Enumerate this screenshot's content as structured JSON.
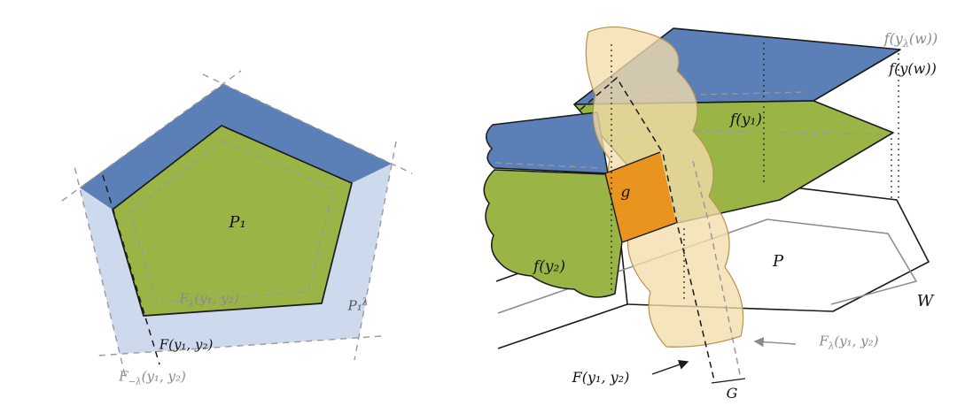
{
  "colors": {
    "green": "#9ab545",
    "blue": "#5b7fb7",
    "pale_blue": "#cdd9ec",
    "orange": "#e8941f",
    "tan": "#f3dcab",
    "gray_line": "#999999",
    "gray_text": "#8a8a8a",
    "black": "#1a1a1a",
    "white": "#ffffff"
  },
  "left_panel": {
    "p1": "P₁",
    "f_lambda": {
      "pre": "F",
      "sub": "λ",
      "post": "(y₁, y₂)"
    },
    "p1_lambda": {
      "pre": "P₁",
      "sup": "λ"
    },
    "f": "F(y₁, y₂)",
    "f_minus_lambda": {
      "pre": "F",
      "sub": "−λ",
      "post": "(y₁, y₂)"
    }
  },
  "right_panel": {
    "f_y_lambda_w": {
      "pre": "f(y",
      "sub": "λ",
      "post": "(w))"
    },
    "f_y_w": "f(y(w))",
    "f_y1": "f(y₁)",
    "g": "g",
    "f_y2": "f(y₂)",
    "p": "P",
    "w": "W",
    "f_lambda_arrow": {
      "pre": "F",
      "sub": "λ",
      "post": "(y₁, y₂)"
    },
    "f_arrow": "F(y₁, y₂)",
    "g_strip": "G"
  }
}
